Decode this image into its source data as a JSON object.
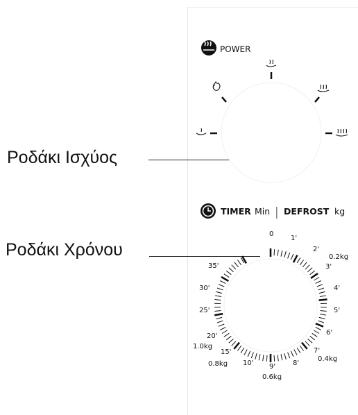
{
  "callouts": {
    "power_knob": "Ροδάκι Ισχύος",
    "timer_knob": "Ροδάκι Χρόνου"
  },
  "power": {
    "header_label": "POWER",
    "icon": "power-steam-icon",
    "settings": [
      {
        "name": "low",
        "icon": "low-power-icon"
      },
      {
        "name": "defrost",
        "icon": "defrost-icon"
      },
      {
        "name": "medium-low",
        "icon": "medium-low-power-icon"
      },
      {
        "name": "medium-high",
        "icon": "medium-high-power-icon"
      },
      {
        "name": "high",
        "icon": "high-power-icon"
      }
    ]
  },
  "timer": {
    "timer_label": "TIMER",
    "min_label": "Min",
    "separator": "|",
    "defrost_label": "DEFROST",
    "kg_label": "kg",
    "icon": "clock-icon",
    "time_labels": [
      "0",
      "1'",
      "2'",
      "3'",
      "4'",
      "5'",
      "6'",
      "7'",
      "8'",
      "9'",
      "10'",
      "15'",
      "20'",
      "25'",
      "30'",
      "35'"
    ],
    "weight_labels": [
      "0.2kg",
      "0.4kg",
      "0.6kg",
      "0.8kg",
      "1.0kg"
    ]
  }
}
